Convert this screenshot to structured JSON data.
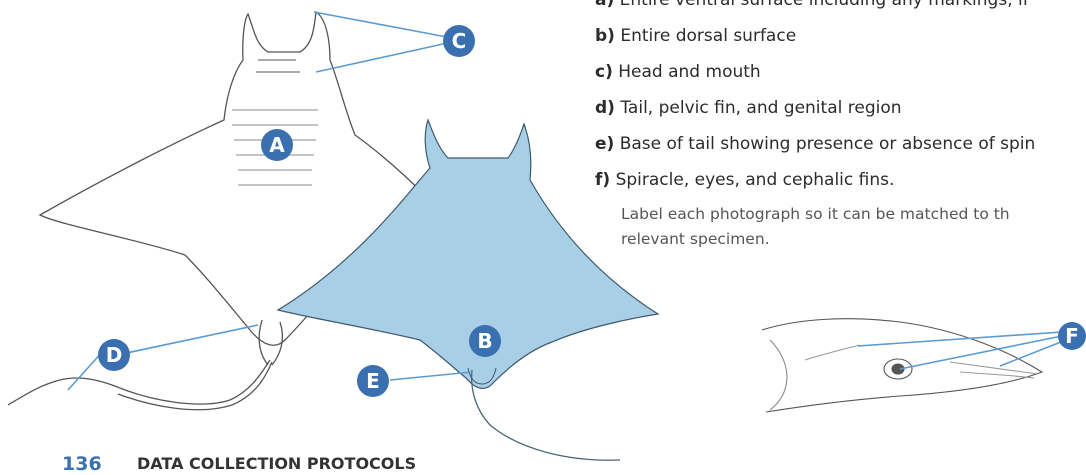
{
  "list": [
    {
      "letter": "a)",
      "text": "Entire ventral surface including any markings, if"
    },
    {
      "letter": "b)",
      "text": "Entire dorsal surface"
    },
    {
      "letter": "c)",
      "text": "Head and mouth"
    },
    {
      "letter": "d)",
      "text": "Tail, pelvic fin, and genital region"
    },
    {
      "letter": "e)",
      "text": "Base of tail showing presence or absence of spin"
    },
    {
      "letter": "f)",
      "text": "Spiracle, eyes, and cephalic fins."
    }
  ],
  "note_line1": "Label each photograph so it can be matched to th",
  "note_line2": "relevant specimen.",
  "callouts": {
    "a": "A",
    "b": "B",
    "c": "C",
    "d": "D",
    "e": "E",
    "f": "F"
  },
  "footer": {
    "page_number": "136",
    "section_title": "DATA COLLECTION PROTOCOLS"
  },
  "colors": {
    "dorsal_fill": "#a9cfe6",
    "callout": "#3a6fb0",
    "leader_line": "#5b9bd0"
  }
}
